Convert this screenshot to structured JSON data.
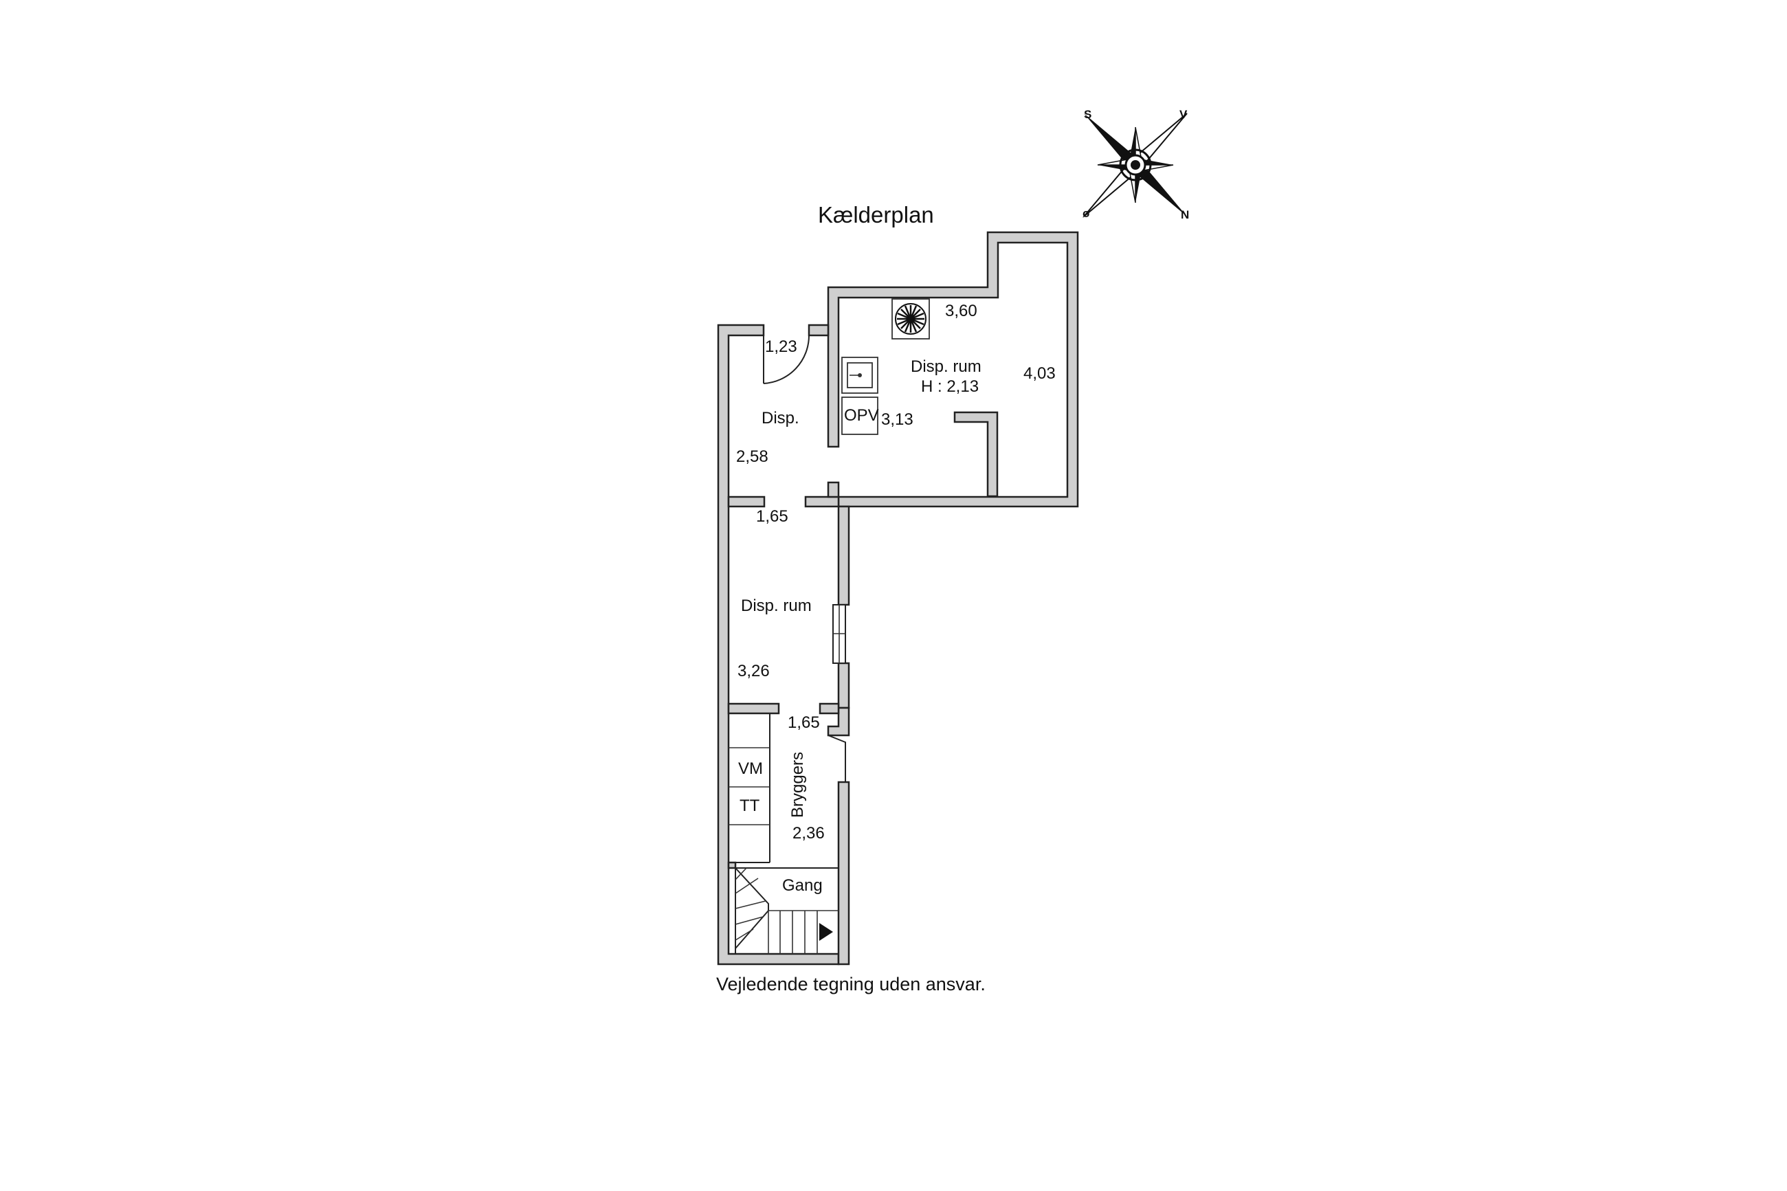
{
  "title": "Kælderplan",
  "footer": "Vejledende tegning uden ansvar.",
  "compass": {
    "top_left": "S",
    "top_right": "V",
    "bottom_left": "ø",
    "bottom_right": "N"
  },
  "rooms": {
    "disp_small": {
      "name": "Disp."
    },
    "disp_rum_large": {
      "name": "Disp. rum",
      "height": "H : 2,13"
    },
    "disp_rum_middle": {
      "name": "Disp. rum"
    },
    "bryggers": {
      "name": "Bryggers"
    },
    "gang": {
      "name": "Gang"
    }
  },
  "fixtures": {
    "opv": "OPV",
    "vm": "VM",
    "tt": "TT"
  },
  "dimensions": {
    "d_123": "1,23",
    "d_360": "3,60",
    "d_403": "4,03",
    "d_313": "3,13",
    "d_258": "2,58",
    "d_165_upper": "1,65",
    "d_326": "3,26",
    "d_165_lower": "1,65",
    "d_236": "2,36"
  }
}
